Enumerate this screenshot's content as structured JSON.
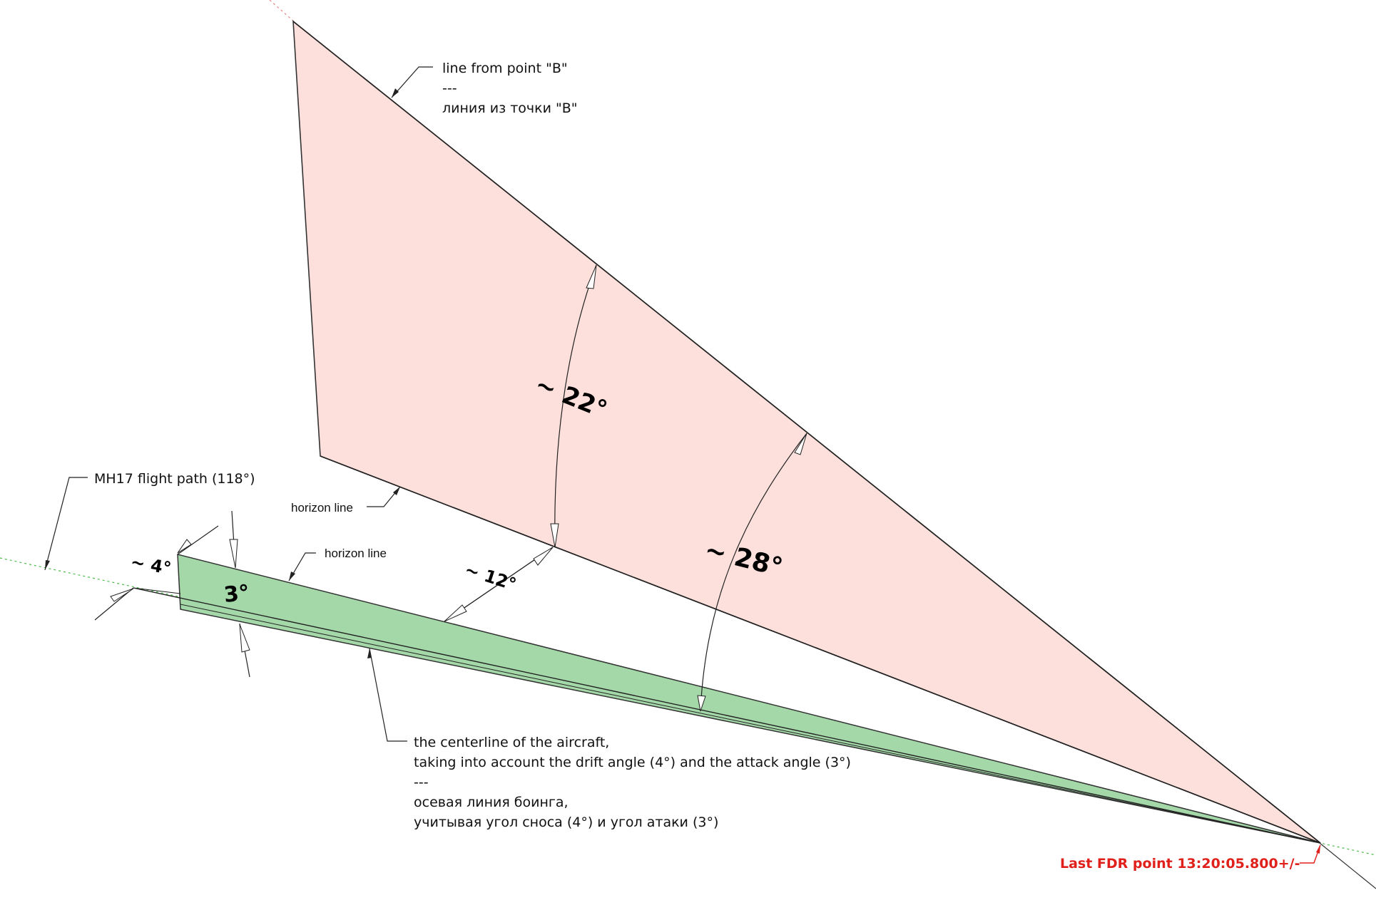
{
  "colors": {
    "pink_fill": "#fde0db",
    "green_fill": "#a4d8a8",
    "guide_green": "#4cbb4c",
    "guide_red": "#e88a8a",
    "fdr_red": "#e0201b"
  },
  "labels": {
    "line_from_b_en": "line from point \"B\"",
    "line_from_b_sep": "---",
    "line_from_b_ru": "линия из точки \"B\"",
    "horizon_line_upper": "horizon line",
    "horizon_line_lower": "horizon line",
    "flight_path": "MH17 flight path (118°)",
    "centerline_line1": "the centerline of the aircraft,",
    "centerline_line2": "taking into account the drift angle (4°) and the attack angle (3°)",
    "centerline_sep": "---",
    "centerline_ru1": "осевая линия боинга,",
    "centerline_ru2": "учитывая угол сноса (4°) и угол атаки (3°)",
    "fdr_point": "Last FDR point 13:20:05.800+/-"
  },
  "angles": {
    "a22": "~ 22°",
    "a28": "~ 28°",
    "a12": "~ 12°",
    "a4": "~ 4°",
    "a3": "3°"
  }
}
